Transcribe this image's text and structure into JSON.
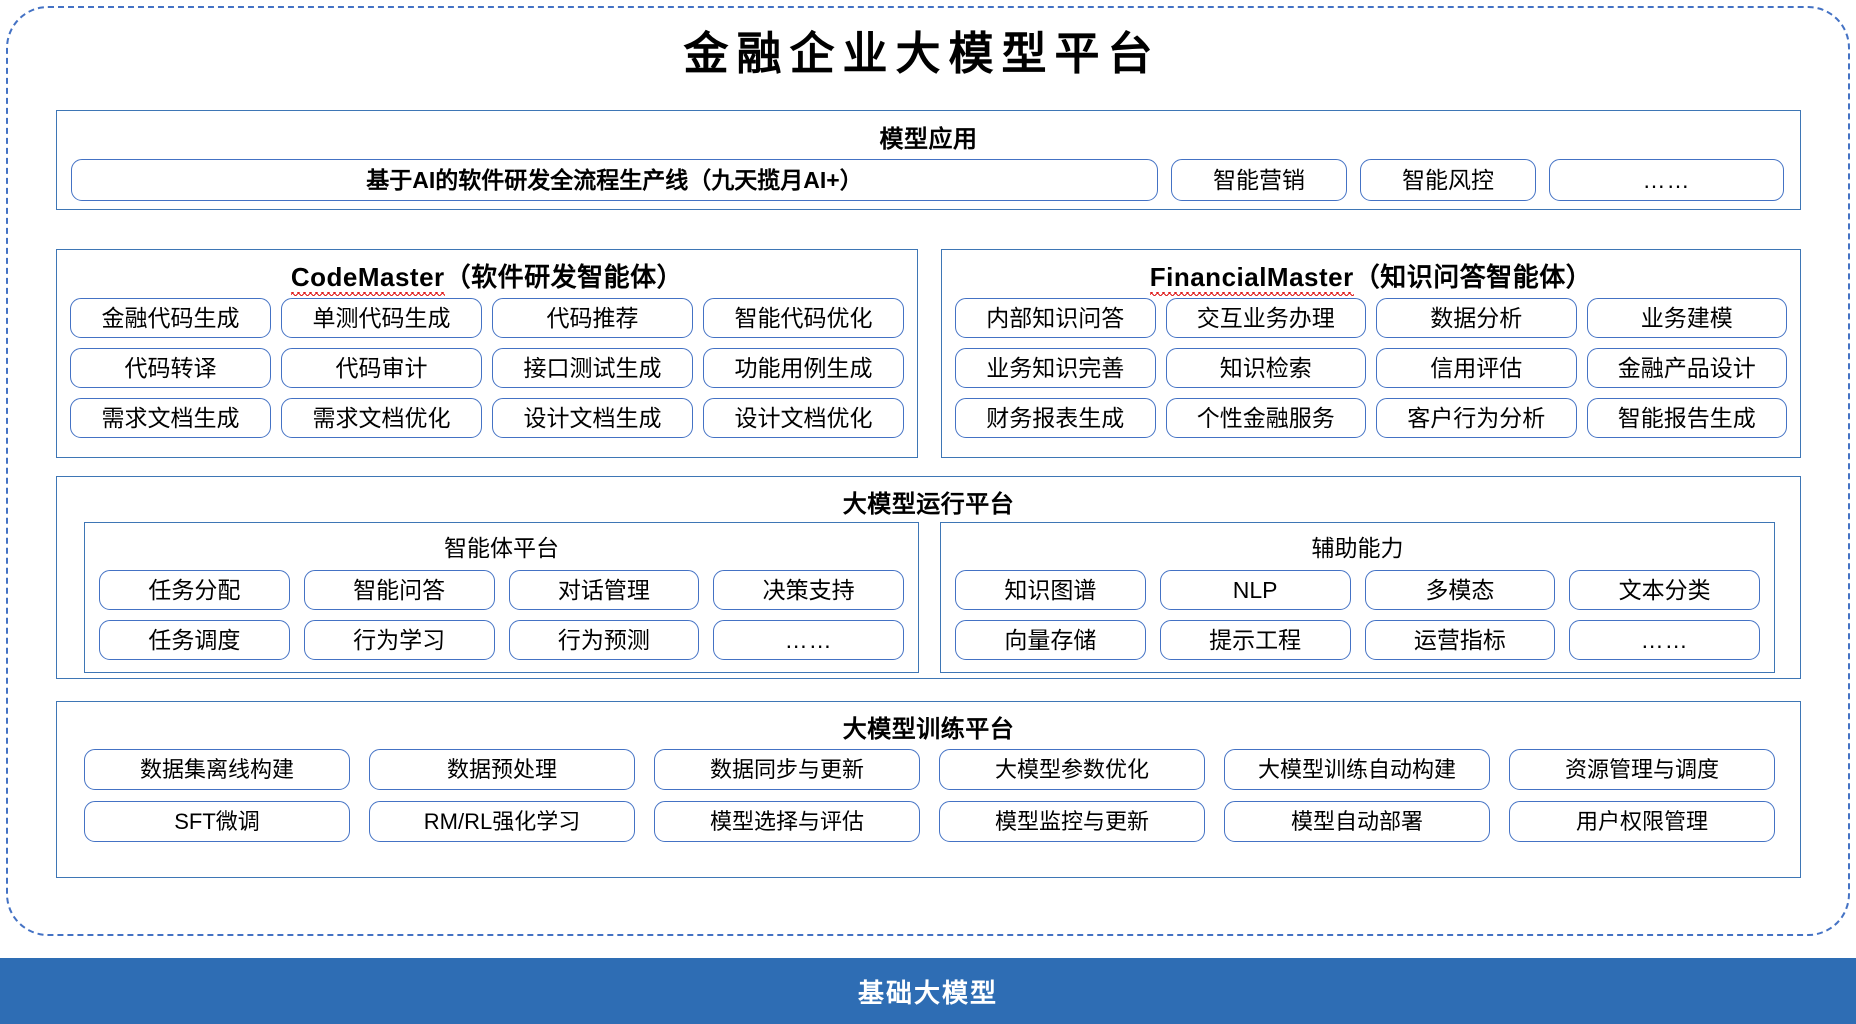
{
  "title": "金融企业大模型平台",
  "sections": {
    "model_application": {
      "title": "模型应用",
      "items": [
        {
          "label": "基于AI的软件研发全流程生产线（九天揽月AI+）",
          "style": "wide"
        },
        {
          "label": "智能营销",
          "style": "small"
        },
        {
          "label": "智能风控",
          "style": "small"
        },
        {
          "label": "……",
          "style": "dots"
        }
      ]
    },
    "code_master": {
      "name_en": "CodeMaster",
      "name_cn": "（软件研发智能体）",
      "rows": [
        [
          "金融代码生成",
          "单测代码生成",
          "代码推荐",
          "智能代码优化"
        ],
        [
          "代码转译",
          "代码审计",
          "接口测试生成",
          "功能用例生成"
        ],
        [
          "需求文档生成",
          "需求文档优化",
          "设计文档生成",
          "设计文档优化"
        ]
      ]
    },
    "financial_master": {
      "name_en": "FinancialMaster",
      "name_cn": "（知识问答智能体）",
      "rows": [
        [
          "内部知识问答",
          "交互业务办理",
          "数据分析",
          "业务建模"
        ],
        [
          "业务知识完善",
          "知识检索",
          "信用评估",
          "金融产品设计"
        ],
        [
          "财务报表生成",
          "个性金融服务",
          "客户行为分析",
          "智能报告生成"
        ]
      ]
    },
    "runtime_platform": {
      "title": "大模型运行平台",
      "panels": [
        {
          "title": "智能体平台",
          "rows": [
            [
              "任务分配",
              "智能问答",
              "对话管理",
              "决策支持"
            ],
            [
              "任务调度",
              "行为学习",
              "行为预测",
              "……"
            ]
          ]
        },
        {
          "title": "辅助能力",
          "rows": [
            [
              "知识图谱",
              "NLP",
              "多模态",
              "文本分类"
            ],
            [
              "向量存储",
              "提示工程",
              "运营指标",
              "……"
            ]
          ]
        }
      ]
    },
    "training_platform": {
      "title": "大模型训练平台",
      "rows": [
        [
          "数据集离线构建",
          "数据预处理",
          "数据同步与更新",
          "大模型参数优化",
          "大模型训练自动构建",
          "资源管理与调度"
        ],
        [
          "SFT微调",
          "RM/RL强化学习",
          "模型选择与评估",
          "模型监控与更新",
          "模型自动部署",
          "用户权限管理"
        ]
      ]
    },
    "base_model": {
      "label": "基础大模型"
    }
  },
  "colors": {
    "frame_border": "#4472C4",
    "section_border": "#3E76B5",
    "pill_border": "#4472C4",
    "base_bar_bg": "#2E6DB4",
    "base_bar_text": "#FFFFFF",
    "spellcheck_squiggle": "#E02020"
  }
}
